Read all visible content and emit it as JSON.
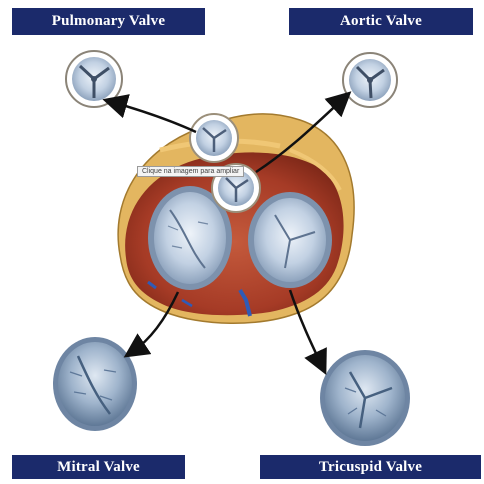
{
  "labels": {
    "pulmonary": "Pulmonary Valve",
    "aortic": "Aortic Valve",
    "mitral": "Mitral Valve",
    "tricuspid": "Tricuspid Valve"
  },
  "tooltip": "Clique na imagem para ampliar",
  "colors": {
    "label_bg": "#1b2a6b",
    "label_text": "#ffffff",
    "valve_tissue": "#c9d6e6",
    "muscle": "#b5462e",
    "fat": "#e2b35a",
    "arrow": "#111111"
  },
  "icons": {
    "pulmonary": "pulmonary-valve-icon",
    "aortic": "aortic-valve-icon",
    "mitral": "mitral-valve-icon",
    "tricuspid": "tricuspid-valve-icon"
  }
}
